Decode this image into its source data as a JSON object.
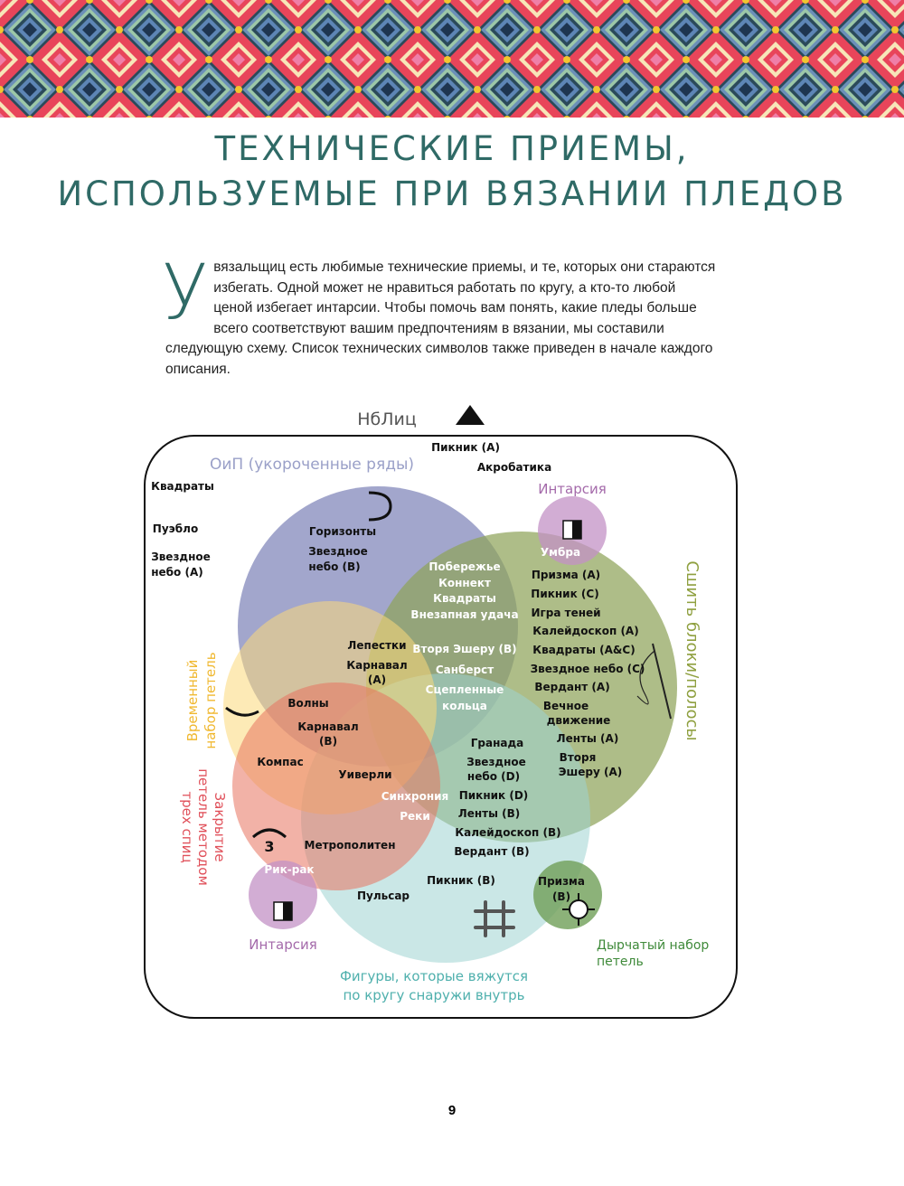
{
  "title_line1": "ТЕХНИЧЕСКИЕ ПРИЕМЫ,",
  "title_line2": "ИСПОЛЬЗУЕМЫЕ ПРИ ВЯЗАНИИ ПЛЕДОВ",
  "intro": {
    "dropcap": "У",
    "text": "вязальщиц есть любимые технические приемы, и те, которых они стараются избегать. Одной может не нравиться работать по кругу, а кто-то любой ценой избегает интарсии. Чтобы помочь вам понять, какие пледы больше всего соответствуют вашим предпочтениям в вязании, мы составили следующую схему. Список технических символов также приведен в начале каждого описания."
  },
  "diagram": {
    "top_label": "НбЛиц",
    "sets": {
      "short_rows": "ОиП (укороченные ряды)",
      "intarsia_top": "Интарсия",
      "sew_blocks": "Сшить блоки/полосы",
      "provisional": [
        "Временный",
        "набор петель"
      ],
      "three_needle": [
        "Закрытие",
        "петель методом",
        "трех спиц"
      ],
      "intarsia_bottom": "Интарсия",
      "in_round": [
        "Фигуры, которые вяжутся",
        "по кругу снаружи внутрь"
      ],
      "lace_cast": [
        "Дырчатый набор",
        "петель"
      ]
    },
    "outside": [
      "Пикник (А)",
      "Акробатика",
      "Квадраты",
      "Пуэбло",
      "Звездное",
      "небо (А)"
    ],
    "short_rows_only": [
      "Горизонты",
      "Звездное",
      "небо (В)"
    ],
    "short_sew": [
      "Побережье",
      "Коннект",
      "Квадраты",
      "Внезапная удача",
      "Вторя Эшеру (В)",
      "Санберст",
      "Сцепленные",
      "кольца"
    ],
    "short_prov": [
      "Лепестки",
      "Карнавал",
      "(А)"
    ],
    "intarsia_sew": "Умбра",
    "sew_only": [
      "Призма (А)",
      "Пикник (С)",
      "Игра теней",
      "Калейдоскоп (А)",
      "Квадраты (А&С)",
      "Звездное небо (С)",
      "Вердант (А)",
      "Вечное",
      "движение",
      "Ленты (А)",
      "Вторя",
      "Эшеру (А)"
    ],
    "prov_short": [
      "Волны",
      "Карнавал",
      "(В)"
    ],
    "prov_three": "Компас",
    "prov_three_round": "Уиверли",
    "sew_round": [
      "Гранада",
      "Звездное",
      "небо (D)",
      "Пикник (D)",
      "Ленты (В)",
      "Калейдоскоп (В)",
      "Вердант (В)"
    ],
    "three_sew_round": [
      "Синхрония",
      "Реки"
    ],
    "three_round": "Метрополитен",
    "three_intarsia": "Рик-рак",
    "three_icon_num": "3",
    "round_only": [
      "Пикник (В)",
      "Пульсар"
    ],
    "lace_sew": [
      "Призма",
      "(В)"
    ]
  },
  "page_number": "9",
  "colors": {
    "title": "#2f6a66",
    "short_rows": "#7e84b8",
    "sew": "#8fa45a",
    "round": "#9fd3d1",
    "provisional": "#fbd97a",
    "three": "#e8735f",
    "intarsia": "#c392c6",
    "lace": "#6f9f58"
  }
}
